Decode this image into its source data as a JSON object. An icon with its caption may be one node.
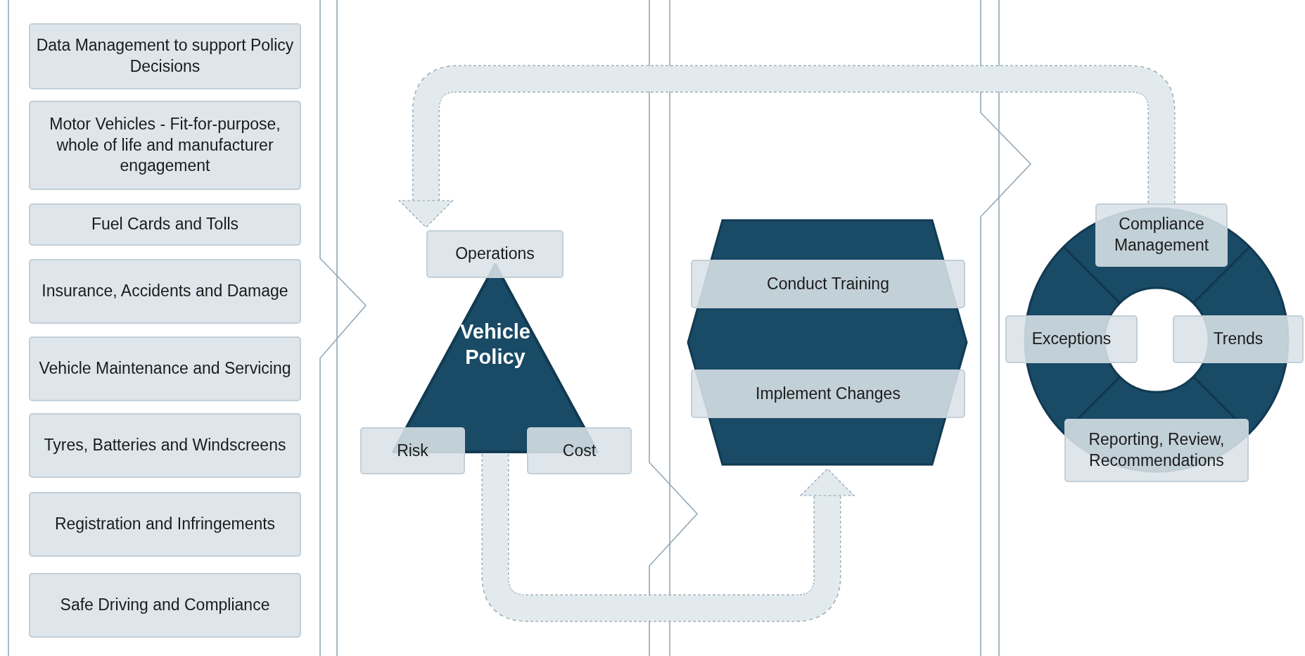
{
  "diagram": {
    "nodes": [
      {
        "text": [],
        "shape": "chevron"
      },
      {
        "text": [
          "Data Management to support Policy Decisions"
        ],
        "in": 0
      },
      {
        "text": [
          "Motor Vehicles - Fit-for-purpose, whole of life and manufacturer engagement"
        ],
        "in": 0
      },
      {
        "text": [
          "Fuel Cards and Tolls"
        ],
        "in": 0
      },
      {
        "text": [
          "Insurance, Accidents and Damage"
        ],
        "in": 0
      },
      {
        "text": [
          "Vehicle Maintenance and Servicing"
        ],
        "in": 0
      },
      {
        "text": [
          "Tyres, Batteries and Windscreens"
        ],
        "in": 0
      },
      {
        "text": [
          "Registration and Infringements"
        ],
        "in": 0
      },
      {
        "text": [
          "Safe Driving and Compliance"
        ],
        "in": 0
      },
      {
        "text": [],
        "shape": "chevron"
      },
      {
        "text": [
          "Vehicle Policy"
        ],
        "in": 9
      },
      {
        "text": [
          "Operations"
        ],
        "in": 9
      },
      {
        "text": [
          "Risk"
        ],
        "in": 9
      },
      {
        "text": [
          "Cost"
        ],
        "in": 9
      },
      {
        "text": [],
        "shape": "chevron"
      },
      {
        "text": [],
        "shape": "hexagon",
        "in": 14
      },
      {
        "text": [
          "Conduct Training"
        ],
        "in": 15
      },
      {
        "text": [
          "Implement Changes"
        ],
        "in": 15
      },
      {
        "text": [],
        "shape": "chevron"
      },
      {
        "text": [],
        "shape": "ring",
        "in": 18
      },
      {
        "text": [
          "Compliance Management"
        ],
        "in": 18
      },
      {
        "text": [
          "Exceptions"
        ],
        "in": 18
      },
      {
        "text": [
          "Trends"
        ],
        "in": 18
      },
      {
        "text": [
          "Reporting, Review, Recommendations"
        ],
        "in": 18
      }
    ],
    "edges": [
      {
        "from": 20,
        "to": 11,
        "arrow": "to"
      },
      {
        "from": 10,
        "to": 15,
        "arrow": "to"
      }
    ]
  }
}
